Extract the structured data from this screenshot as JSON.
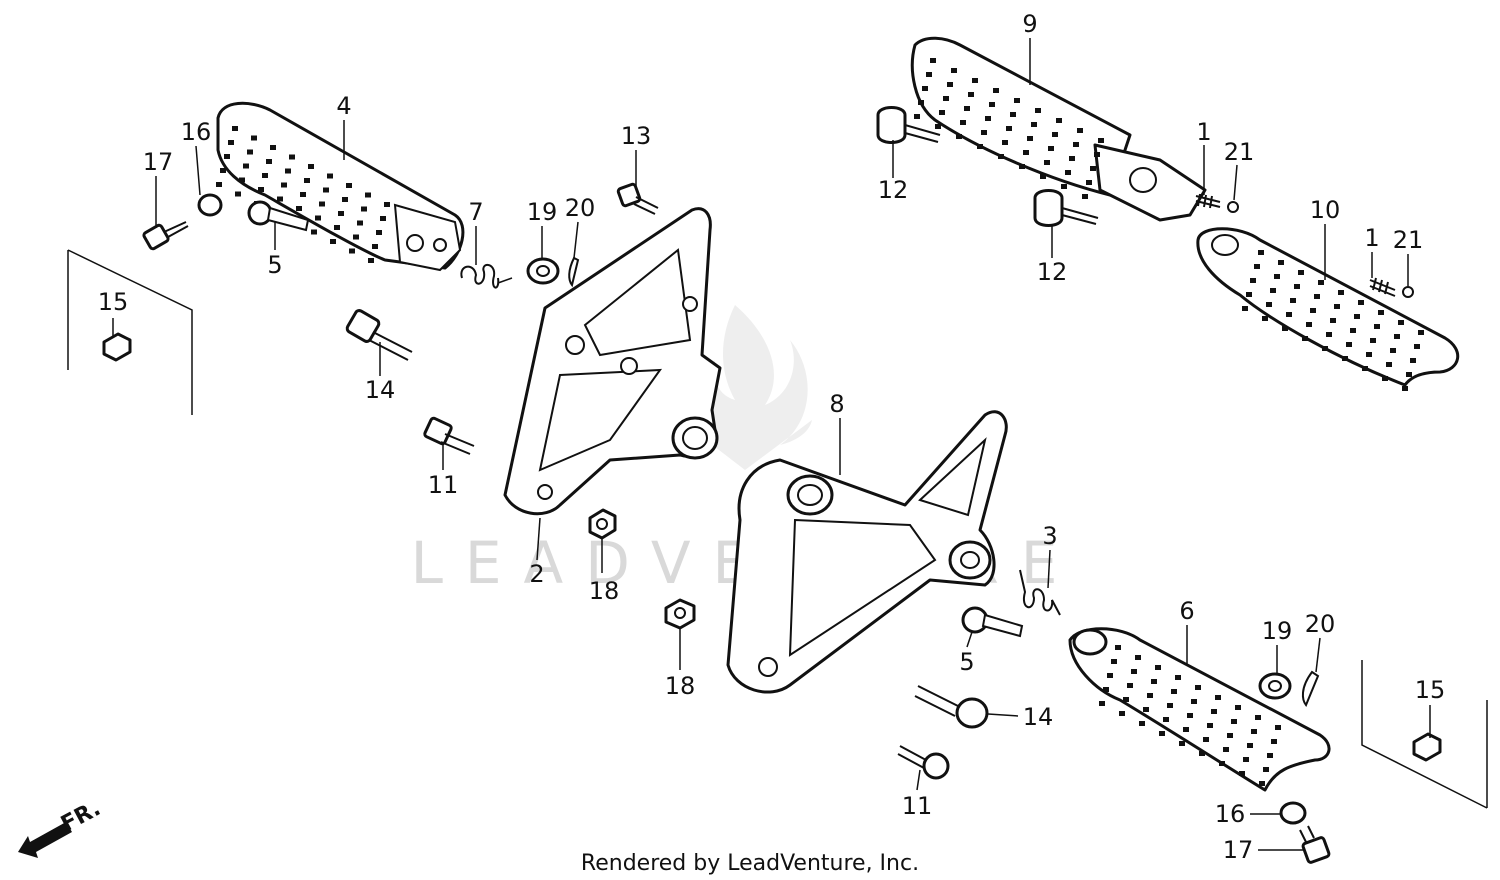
{
  "footer_text": "Rendered by LeadVenture, Inc.",
  "watermark_text": "LEADVENTURE",
  "direction_label": "FR.",
  "parts": [
    {
      "key": "p9",
      "label": "9"
    },
    {
      "key": "p4",
      "label": "4"
    },
    {
      "key": "p16a",
      "label": "16"
    },
    {
      "key": "p17a",
      "label": "17"
    },
    {
      "key": "p13",
      "label": "13"
    },
    {
      "key": "p1a",
      "label": "1"
    },
    {
      "key": "p21a",
      "label": "21"
    },
    {
      "key": "p12a",
      "label": "12"
    },
    {
      "key": "p19a",
      "label": "19"
    },
    {
      "key": "p20a",
      "label": "20"
    },
    {
      "key": "p7",
      "label": "7"
    },
    {
      "key": "p10",
      "label": "10"
    },
    {
      "key": "p1b",
      "label": "1"
    },
    {
      "key": "p21b",
      "label": "21"
    },
    {
      "key": "p5a",
      "label": "5"
    },
    {
      "key": "p12b",
      "label": "12"
    },
    {
      "key": "p15a",
      "label": "15"
    },
    {
      "key": "p14a",
      "label": "14"
    },
    {
      "key": "p8",
      "label": "8"
    },
    {
      "key": "p11a",
      "label": "11"
    },
    {
      "key": "p3",
      "label": "3"
    },
    {
      "key": "p2",
      "label": "2"
    },
    {
      "key": "p18a",
      "label": "18"
    },
    {
      "key": "p6",
      "label": "6"
    },
    {
      "key": "p19b",
      "label": "19"
    },
    {
      "key": "p20b",
      "label": "20"
    },
    {
      "key": "p5b",
      "label": "5"
    },
    {
      "key": "p18b",
      "label": "18"
    },
    {
      "key": "p15b",
      "label": "15"
    },
    {
      "key": "p14b",
      "label": "14"
    },
    {
      "key": "p11b",
      "label": "11"
    },
    {
      "key": "p16b",
      "label": "16"
    },
    {
      "key": "p17b",
      "label": "17"
    }
  ]
}
